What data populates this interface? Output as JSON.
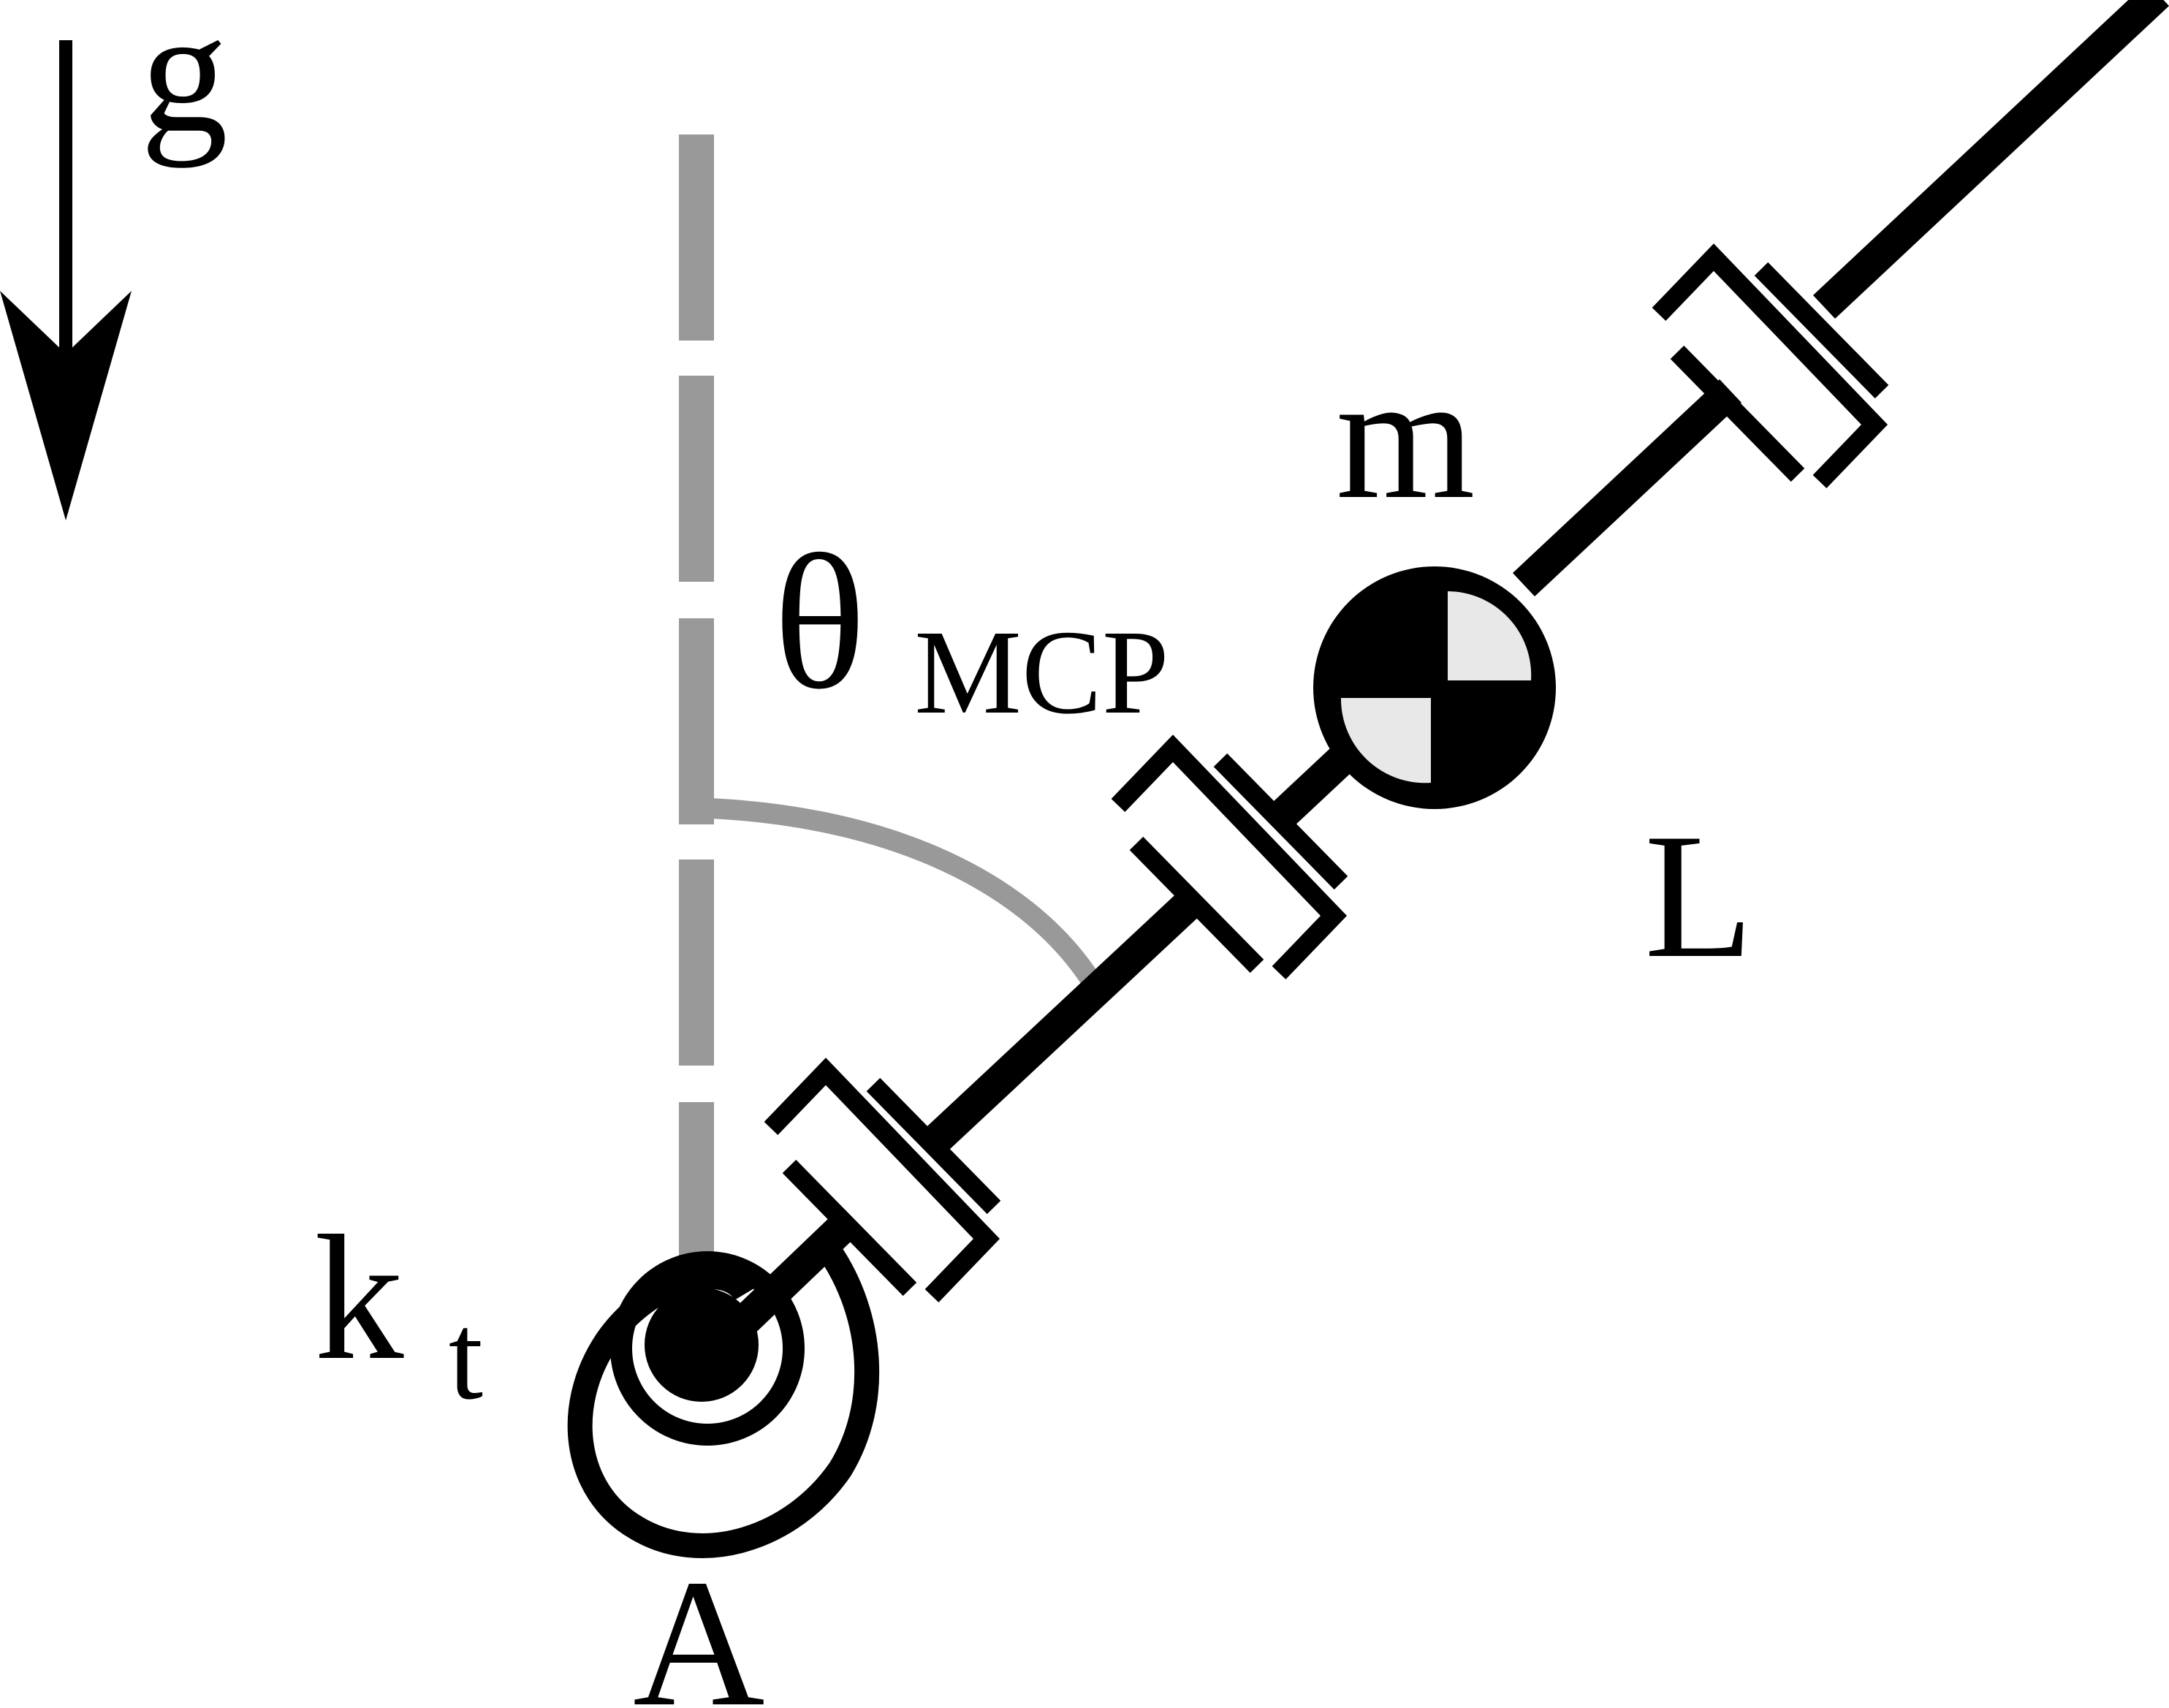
{
  "diagram": {
    "labels": {
      "gravity": "g",
      "mass": "m",
      "length": "L",
      "angle_symbol": "θ",
      "angle_subscript": "MCP",
      "spring_symbol": "k",
      "spring_subscript": "t",
      "pivot": "A"
    },
    "colors": {
      "ink": "#000000",
      "reference_line": "#999999",
      "mass_quadrant_light": "#e8e8e8",
      "background": "#ffffff"
    },
    "icons": {
      "gravity_arrow": "down-arrow-icon",
      "center_of_mass": "center-of-mass-icon",
      "torsional_spring": "torsional-spring-icon",
      "pivot": "pivot-joint-icon",
      "length_break": "break-marker-icon"
    }
  }
}
